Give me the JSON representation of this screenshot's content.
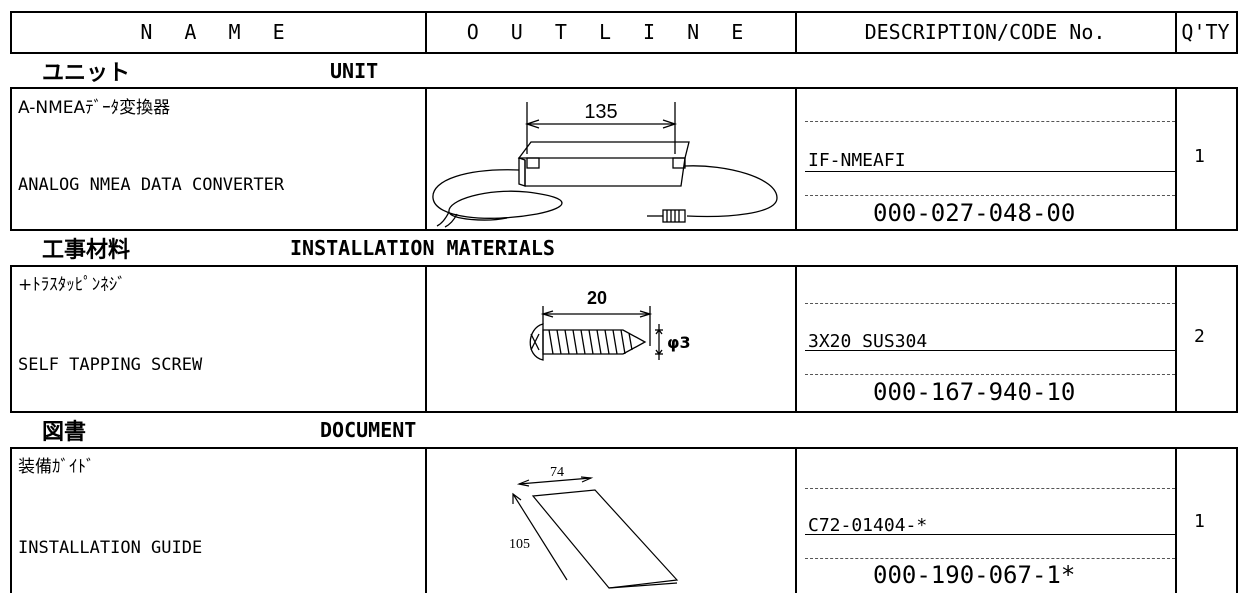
{
  "header": {
    "name": "N A M E",
    "outline": "O U T L I N E",
    "description": "DESCRIPTION/CODE No.",
    "qty": "Q'TY"
  },
  "sections": [
    {
      "jp": "ユニット",
      "en": "UNIT",
      "item": {
        "name_jp": "A-NMEAﾃﾞｰﾀ変換器",
        "name_en": "ANALOG NMEA DATA CONVERTER",
        "description": "IF-NMEAFI",
        "code": "000-027-048-00",
        "qty": "1",
        "dimension": "135"
      }
    },
    {
      "jp": "工事材料",
      "en": "INSTALLATION MATERIALS",
      "item": {
        "name_jp": "+ﾄﾗｽﾀｯﾋﾟﾝﾈｼﾞ",
        "name_en": "SELF TAPPING SCREW",
        "description": "3X20 SUS304",
        "code": "000-167-940-10",
        "qty": "2",
        "dimension": "20",
        "dimension2": "φ3"
      }
    },
    {
      "jp": "図書",
      "en": "DOCUMENT",
      "item": {
        "name_jp": "装備ｶﾞｲﾄﾞ",
        "name_en": "INSTALLATION GUIDE",
        "description": "C72-01404-*",
        "code": "000-190-067-1*",
        "qty": "1",
        "dimension": "74",
        "dimension2": "105"
      }
    }
  ]
}
